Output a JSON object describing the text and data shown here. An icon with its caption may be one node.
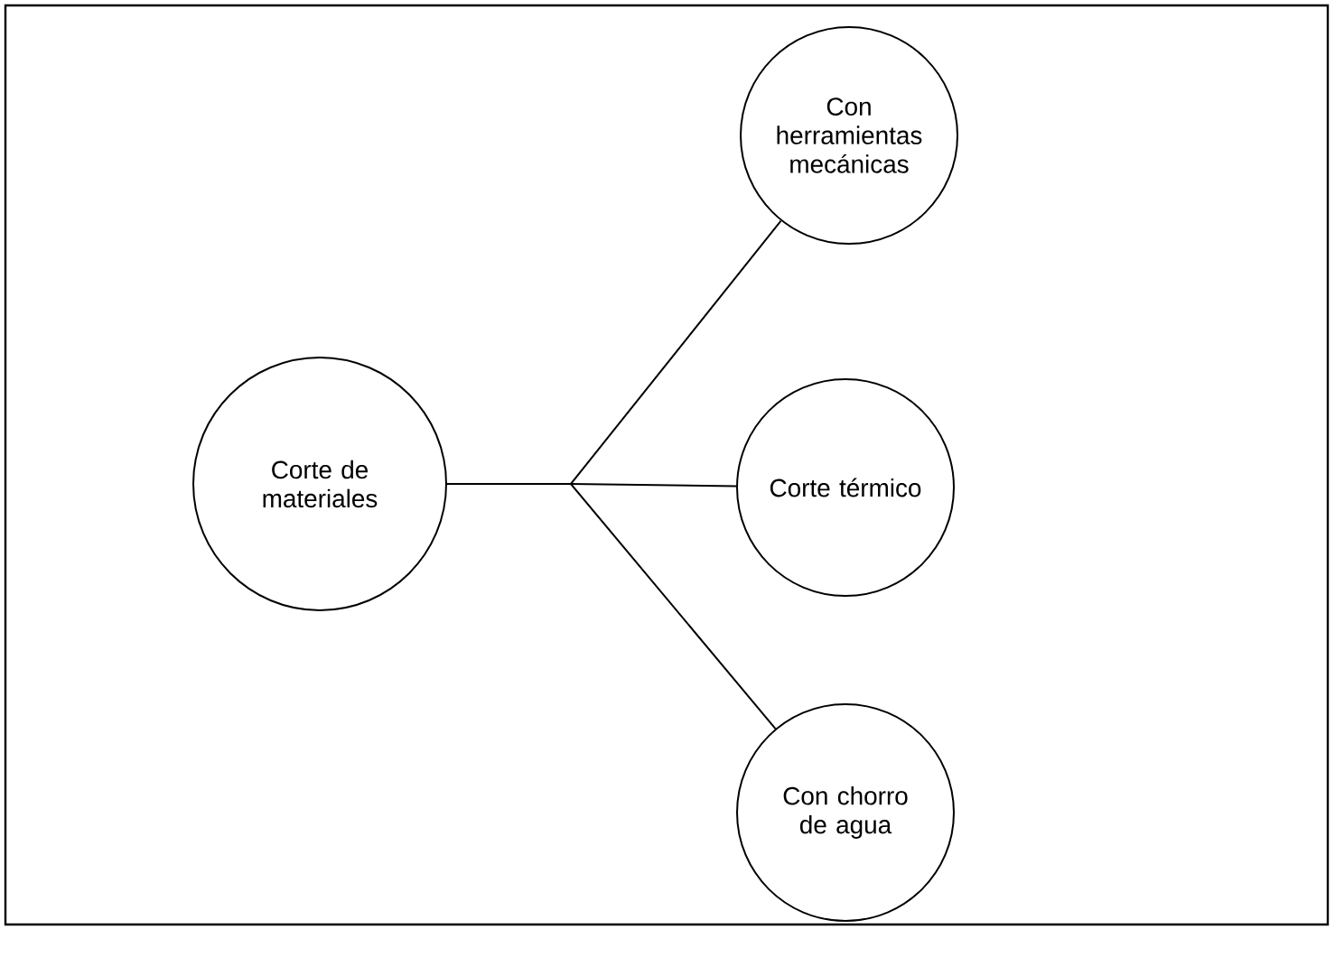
{
  "diagram": {
    "nodes": [
      {
        "text": [
          "Corte de materiales"
        ]
      },
      {
        "text": [
          "Con herramientas mecánicas"
        ]
      },
      {
        "text": [
          "Corte térmico"
        ]
      },
      {
        "text": [
          "Con chorro de agua"
        ]
      }
    ],
    "edges": [
      {
        "from": 0,
        "to": 1,
        "arrow": "none"
      },
      {
        "from": 0,
        "to": 2,
        "arrow": "none"
      },
      {
        "from": 0,
        "to": 3,
        "arrow": "none"
      }
    ]
  }
}
